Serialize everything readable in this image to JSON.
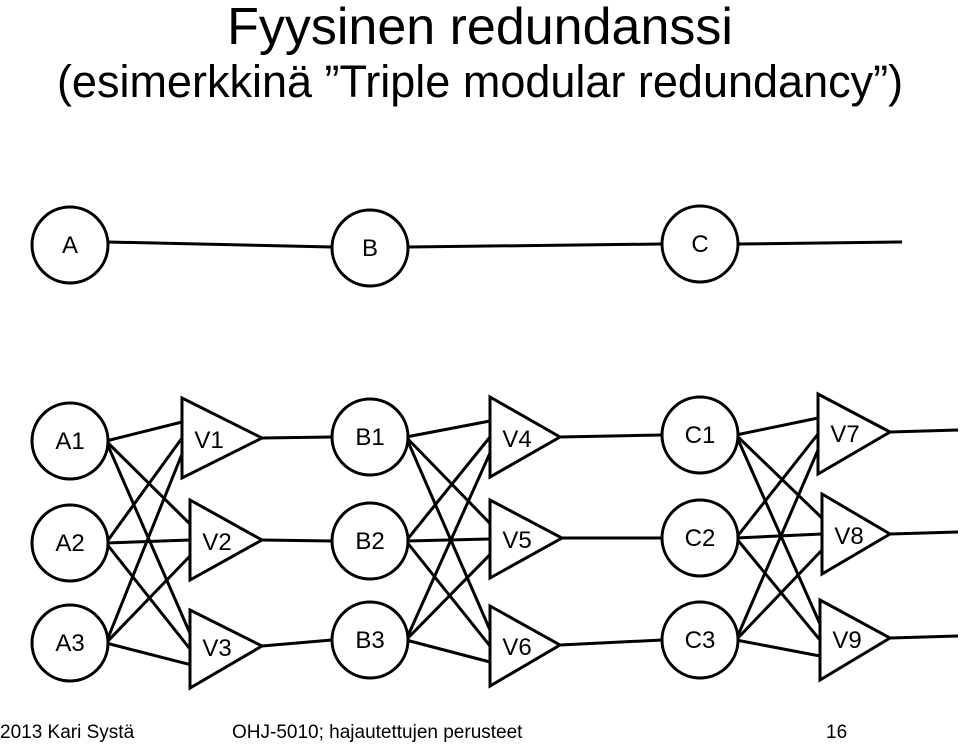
{
  "title": {
    "line1": "Fyysinen redundanssi",
    "line2": "(esimerkkinä ”Triple modular redundancy”)"
  },
  "simple_chain": {
    "nodes": [
      "A",
      "B",
      "C"
    ]
  },
  "tmr_chain": {
    "module_rows": [
      [
        "A1",
        "B1",
        "C1"
      ],
      [
        "A2",
        "B2",
        "C2"
      ],
      [
        "A3",
        "B3",
        "C3"
      ]
    ],
    "voter_rows": [
      [
        "V1",
        "V4",
        "V7"
      ],
      [
        "V2",
        "V5",
        "V8"
      ],
      [
        "V3",
        "V6",
        "V9"
      ]
    ]
  },
  "footer": {
    "left": "2013 Kari Systä",
    "center": "OHJ-5010; hajautettujen perusteet",
    "right": "16"
  }
}
